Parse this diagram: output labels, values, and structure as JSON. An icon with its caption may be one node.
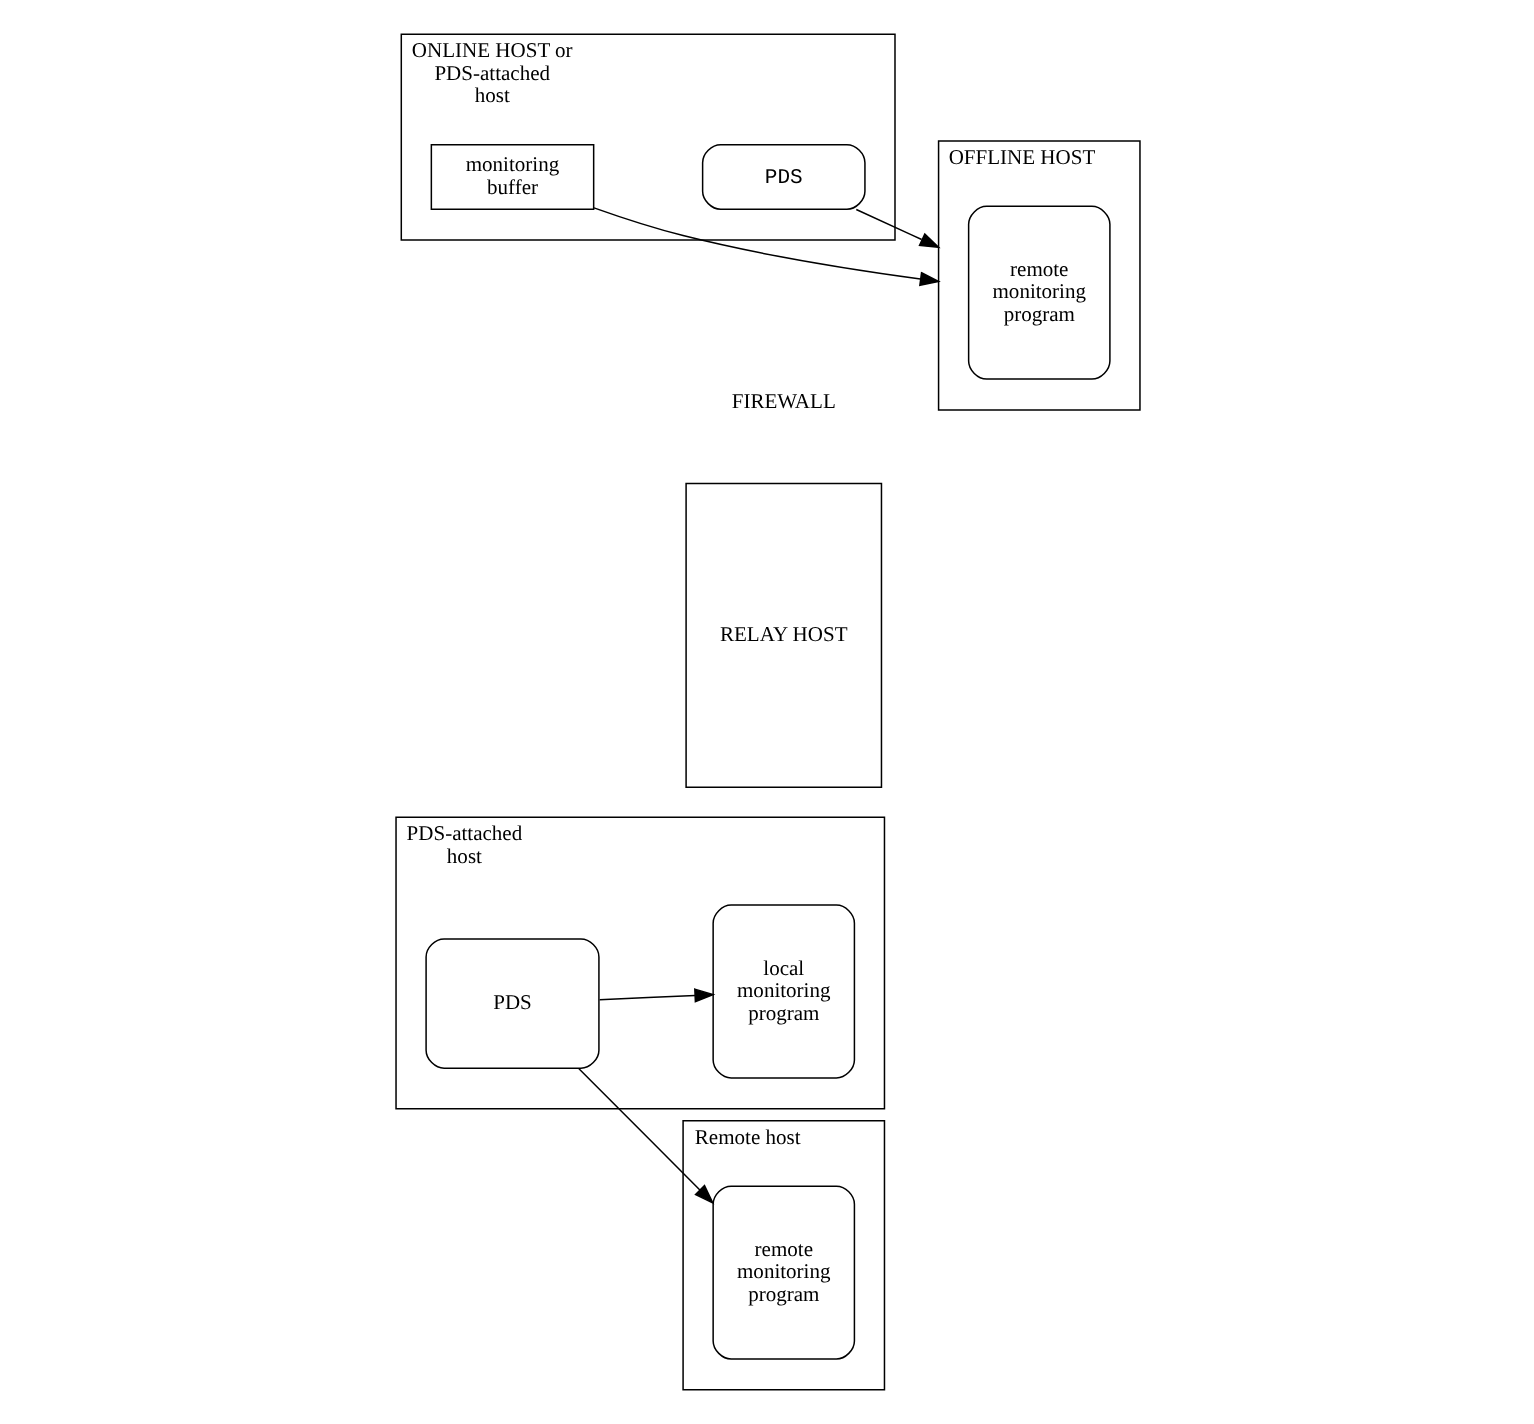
{
  "diagram": {
    "nodes": [
      {
        "text": [
          "PDS-attached host"
        ]
      },
      {
        "text": [
          "PDS"
        ],
        "in": 0
      },
      {
        "text": [
          "local monitoring program"
        ],
        "in": 0
      },
      {
        "text": [
          "Remote host"
        ]
      },
      {
        "text": [
          "remote monitoring program"
        ],
        "in": 3
      },
      {
        "text": [
          "ONLINE HOST or PDS-attached host"
        ]
      },
      {
        "text": [
          "monitoring buffer"
        ],
        "in": 5
      },
      {
        "text": [
          "PDS"
        ],
        "in": 5
      },
      {
        "text": [
          "RELAY HOST"
        ]
      },
      {
        "text": [
          "OFFLINE HOST"
        ]
      },
      {
        "text": [
          "remote monitoring program"
        ],
        "in": 9
      }
    ],
    "edges": [
      {
        "from": 1,
        "to": 2,
        "arrow": "to"
      },
      {
        "from": 1,
        "to": 4,
        "arrow": "to"
      },
      {
        "from": 6,
        "to": 9,
        "arrow": "to"
      },
      {
        "from": 7,
        "to": 9,
        "arrow": "to"
      }
    ],
    "labels": [
      "FIREWALL"
    ]
  }
}
